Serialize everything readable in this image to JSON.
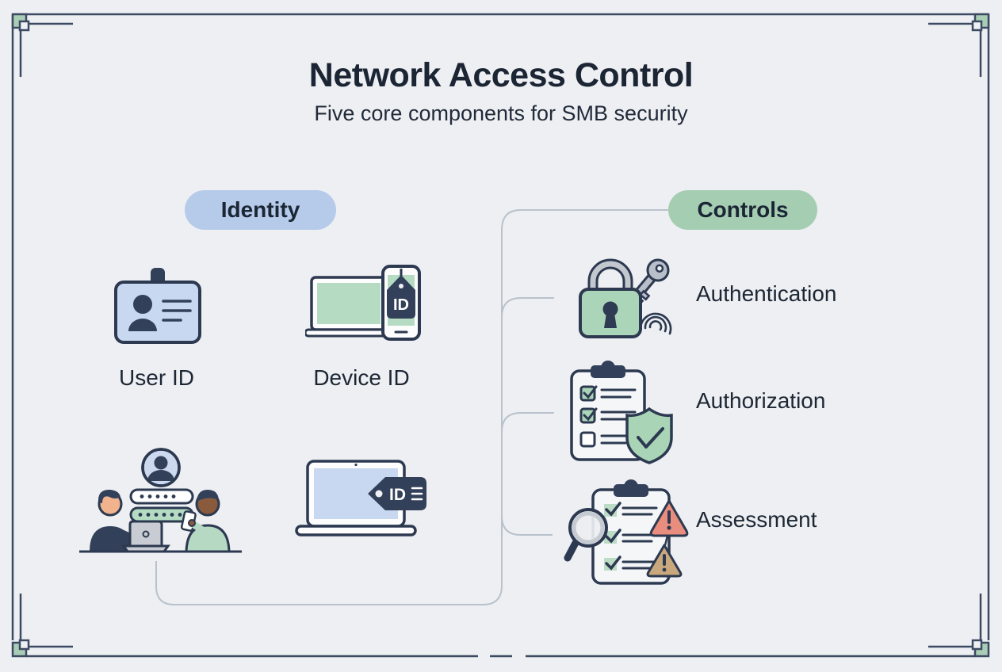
{
  "header": {
    "title": "Network Access Control",
    "subtitle": "Five core components for SMB security"
  },
  "identity": {
    "label": "Identity",
    "items": [
      {
        "label": "User ID",
        "icon": "id-card-icon"
      },
      {
        "label": "Device ID",
        "icon": "devices-id-tag-icon"
      },
      {
        "icon": "credential-verification-scene-icon"
      },
      {
        "icon": "laptop-id-tag-icon"
      }
    ],
    "id_tag_text": "ID"
  },
  "controls": {
    "label": "Controls",
    "items": [
      {
        "label": "Authentication",
        "icon": "lock-key-fingerprint-icon"
      },
      {
        "label": "Authorization",
        "icon": "checklist-shield-icon"
      },
      {
        "label": "Assessment",
        "icon": "magnifier-checklist-warnings-icon"
      }
    ]
  },
  "colors": {
    "background": "#edeff2",
    "frame": "#3d4a63",
    "identity_badge": "#b6cae9",
    "controls_badge": "#a5cdb2",
    "connector": "#b9c2cc",
    "ink": "#1c2534",
    "green_fill": "#abd5b8",
    "blue_fill": "#c7d8f0",
    "warning_red": "#e98e7e",
    "warning_tan": "#c9a87e"
  }
}
